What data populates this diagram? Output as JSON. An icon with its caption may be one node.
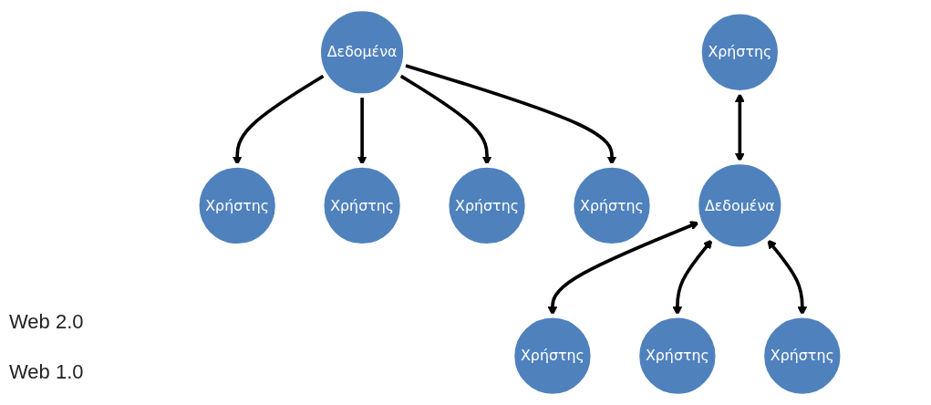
{
  "diagram": {
    "nodes": [
      {
        "text": [
          "Χρήστης"
        ]
      },
      {
        "text": [
          "Χρήστης"
        ]
      },
      {
        "text": [
          "Χρήστης"
        ]
      },
      {
        "text": [
          "Δεδομένα"
        ]
      },
      {
        "text": [
          "Χρήστης"
        ]
      },
      {
        "text": [
          "Χρήστης"
        ]
      },
      {
        "text": [
          "Δεδομένα"
        ]
      },
      {
        "text": [
          "Χρήστης"
        ]
      },
      {
        "text": [
          "Χρήστης"
        ]
      },
      {
        "text": [
          "Χρήστης"
        ]
      }
    ],
    "edges": [
      {
        "from": 3,
        "to": 0,
        "arrow": "to"
      },
      {
        "from": 3,
        "to": 2,
        "arrow": "to"
      },
      {
        "from": 3,
        "to": 4,
        "arrow": "to"
      },
      {
        "from": 3,
        "to": 8,
        "arrow": "to"
      },
      {
        "from": 6,
        "to": 1,
        "arrow": "both"
      },
      {
        "from": 5,
        "to": 6,
        "arrow": "both"
      },
      {
        "from": 6,
        "to": 7,
        "arrow": "both"
      },
      {
        "from": 6,
        "to": 9,
        "arrow": "both"
      }
    ],
    "labels": [
      "Web 2.0",
      "Web 1.0"
    ]
  }
}
